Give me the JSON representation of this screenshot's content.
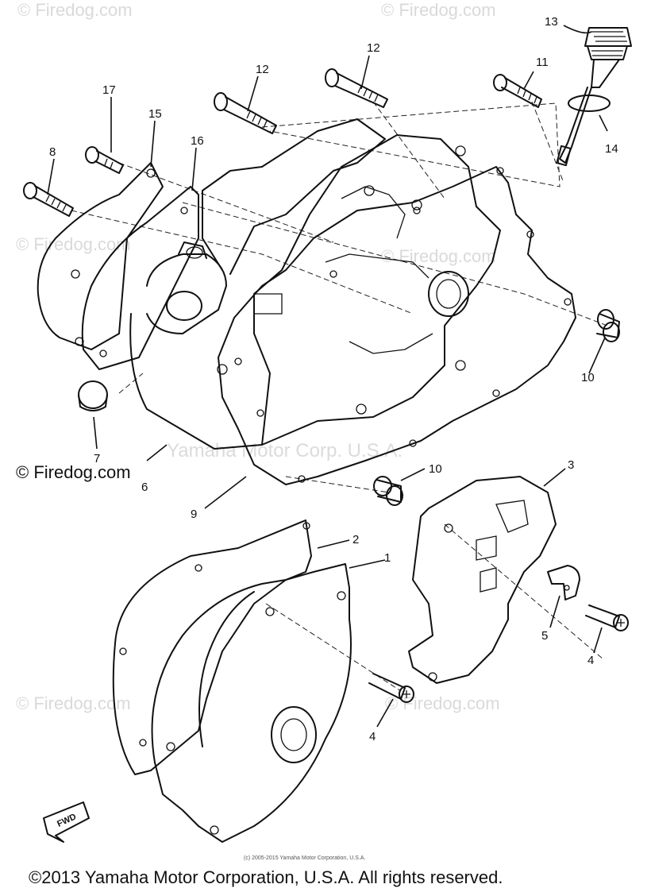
{
  "callouts": {
    "c1": "1",
    "c2": "2",
    "c3": "3",
    "c4a": "4",
    "c4b": "4",
    "c5": "5",
    "c6": "6",
    "c7": "7",
    "c8": "8",
    "c9": "9",
    "c10a": "10",
    "c10b": "10",
    "c11": "11",
    "c12a": "12",
    "c12b": "12",
    "c13": "13",
    "c14": "14",
    "c15": "15",
    "c16": "16",
    "c17": "17"
  },
  "watermarks": {
    "firedog": "© Firedog.com",
    "firedog_short": "© Firedog.com",
    "center": "Yamaha Motor Corp. U.S.A."
  },
  "fwd_label": "FWD",
  "small_print": "(c) 2005-2015 Yamaha Motor Corporation, U.S.A.",
  "footer_copyright": "©2013 Yamaha Motor Corporation, U.S.A. All rights reserved.",
  "colors": {
    "line": "#111111",
    "watermark": "#bbbbbb",
    "background": "#ffffff"
  }
}
